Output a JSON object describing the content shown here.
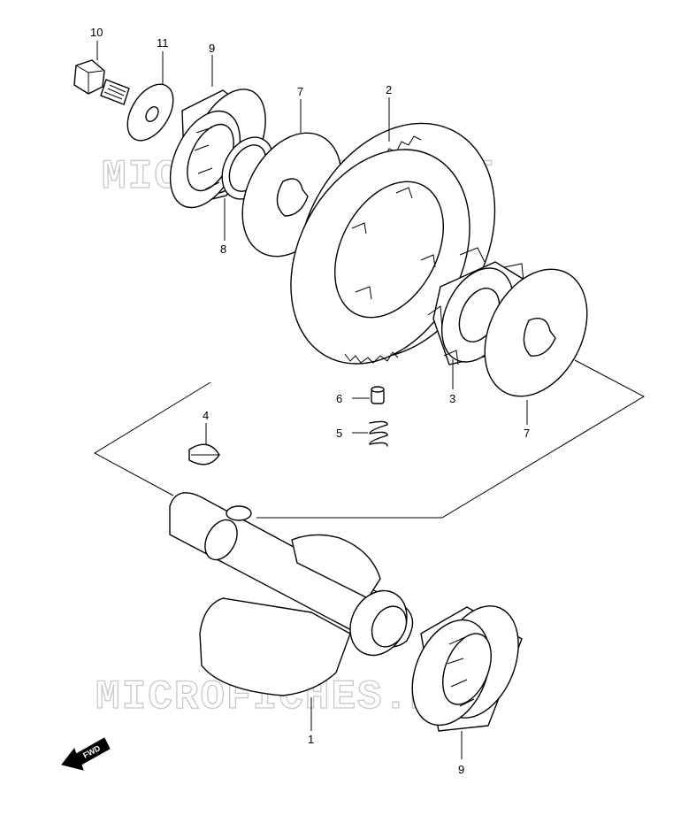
{
  "watermark": "MICROFICHES.NET",
  "fwd_label": "FWD",
  "parts": {
    "p1": "1",
    "p2": "2",
    "p3": "3",
    "p4": "4",
    "p5": "5",
    "p6": "6",
    "p7a": "7",
    "p7b": "7",
    "p8": "8",
    "p9a": "9",
    "p9b": "9",
    "p10": "10",
    "p11": "11"
  }
}
